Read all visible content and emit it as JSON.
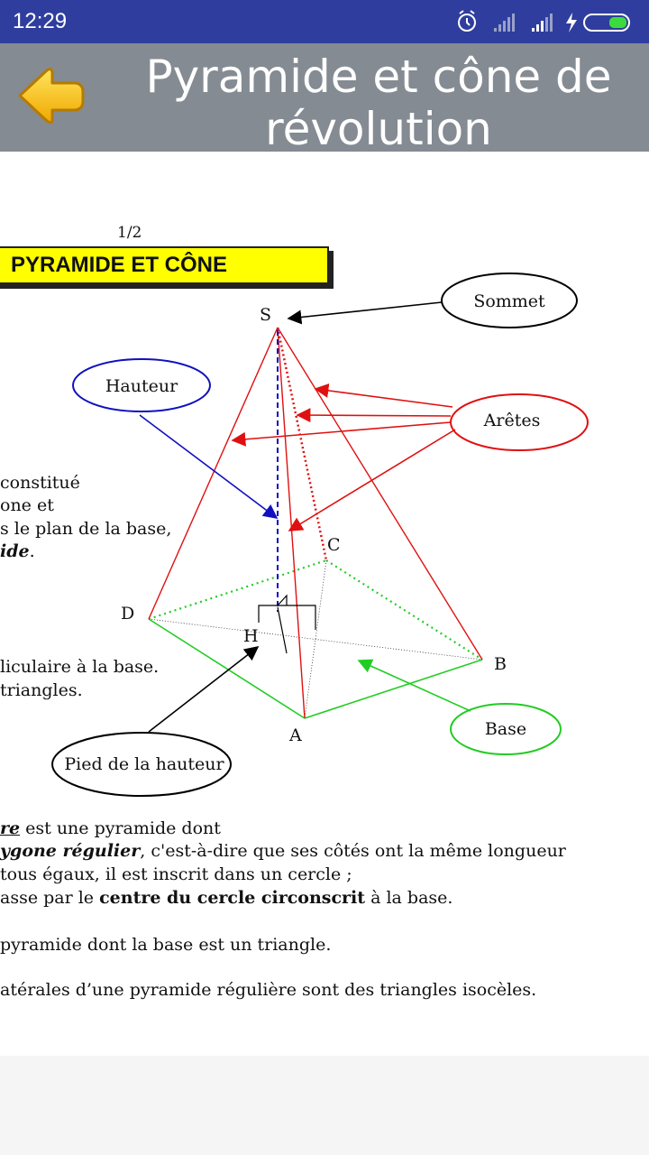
{
  "status_bar": {
    "time": "12:29"
  },
  "app_bar": {
    "title": "Pyramide et cône de révolution"
  },
  "page": {
    "page_number": "1/2",
    "heading": "PYRAMIDE ET CÔNE",
    "diagram_labels": {
      "vertex_S": "S",
      "vertex_A": "A",
      "vertex_B": "B",
      "vertex_C": "C",
      "vertex_D": "D",
      "foot_H": "H",
      "sommet": "Sommet",
      "hauteur": "Hauteur",
      "aretes": "Arêtes",
      "base": "Base",
      "pied_hauteur": "Pied de la hauteur"
    },
    "left_text": {
      "line1": "constitué",
      "line2": "one et",
      "line3": "s le plan de la base,",
      "line4_ital": "ide",
      "line4_end": ".",
      "line5": "liculaire à la base.",
      "line6": "triangles."
    },
    "bottom_text": {
      "p1_ul": "re",
      "p1_rest": " est une pyramide dont",
      "p2_bold": "ygone régulier",
      "p2_rest": ", c'est-à-dire que ses côtés ont la même longueur",
      "p3": "tous égaux, il est inscrit dans un cercle ;",
      "p4_start": "asse par le ",
      "p4_bold": "centre du cercle circonscrit",
      "p4_end": " à la base.",
      "p5": "pyramide dont la base est un triangle.",
      "p6": "atérales d’une pyramide régulière sont des triangles isocèles."
    }
  },
  "colors": {
    "status_bar": "#2f3e9e",
    "app_bar": "#848b92",
    "edges": "#e01010",
    "height": "#1010c0",
    "base": "#22cc22",
    "heading_bg": "#ffff00"
  }
}
